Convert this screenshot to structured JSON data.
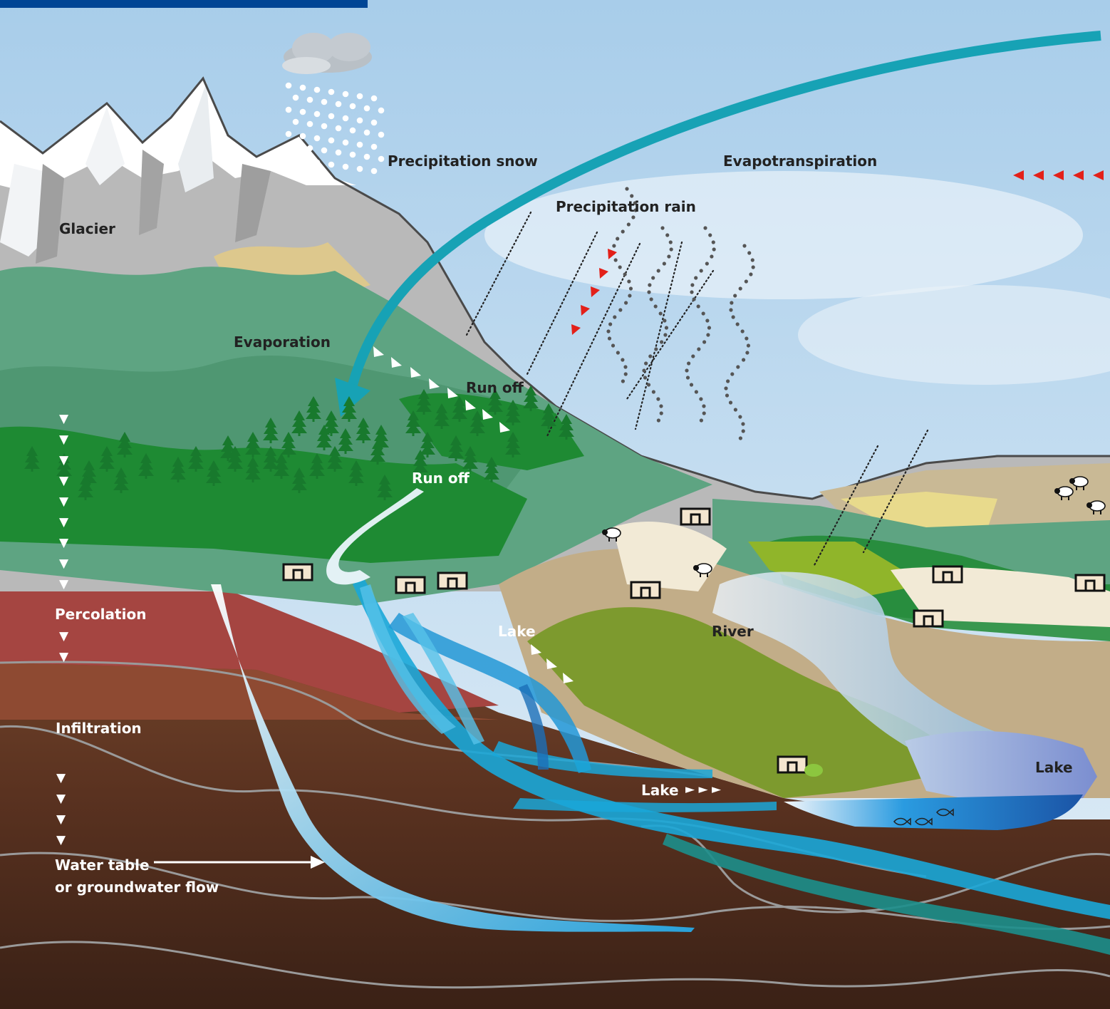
{
  "diagram": {
    "labels": {
      "precipitation_snow": "Precipitation snow",
      "evapotranspiration": "Evapotranspiration",
      "precipitation_rain": "Precipitation rain",
      "glacier": "Glacier",
      "evaporation": "Evaporation",
      "run_off_upper": "Run off",
      "run_off_lower": "Run off",
      "lake_middle": "Lake",
      "river": "River",
      "percolation": "Percolation",
      "infiltration": "Infiltration",
      "lake_flow": "Lake",
      "lake_right": "Lake",
      "water_table_line1": "Water table",
      "water_table_line2": "or groundwater flow"
    },
    "colors": {
      "sky": "#b3d4ec",
      "snow": "#ffffff",
      "rock": "#b9b9b9",
      "forest": "#1e8a33",
      "meadow": "#5ea482",
      "sand": "#e7d8a8",
      "soil_red": "#a74540",
      "soil_brown": "#8a5232",
      "soil_dark": "#3d2217",
      "water": "#1aa7d8",
      "lake": "#5b88cc",
      "cycle_arrow": "#17a2b5",
      "red_marker": "#e32019",
      "header_bar": "#004595"
    },
    "icons": [
      "cloud-icon",
      "snowfall-icon",
      "rain-icon",
      "tree-icon",
      "house-icon",
      "sheep-icon",
      "fish-icon",
      "flow-arrow-icon"
    ]
  }
}
